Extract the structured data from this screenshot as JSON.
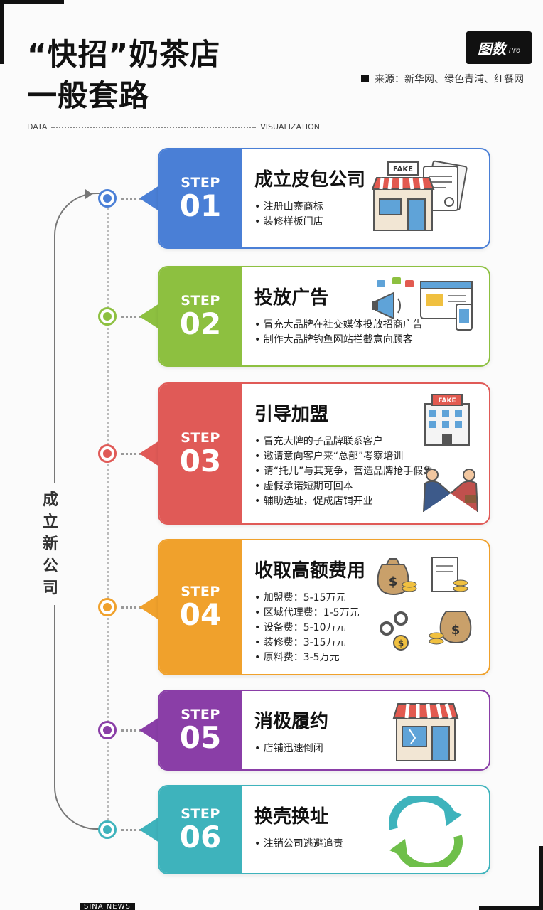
{
  "title": {
    "line1": "“快招”奶茶店",
    "line2": "一般套路"
  },
  "logo": {
    "main": "图数",
    "pro": "Pro"
  },
  "source": "来源：新华网、绿色青浦、红餐网",
  "dataline": {
    "left": "DATA",
    "right": "VISUALIZATION"
  },
  "side_label": "成立新公司",
  "steps": [
    {
      "step_word": "STEP",
      "num": "01",
      "title": "成立皮包公司",
      "color": "#4a7fd6",
      "bullets": [
        "注册山寨商标",
        "装修样板门店"
      ],
      "icon": "fake-storefront-and-certificate-icon",
      "icon_text": "FAKE"
    },
    {
      "step_word": "STEP",
      "num": "02",
      "title": "投放广告",
      "color": "#8dc040",
      "bullets": [
        "冒充大品牌在社交媒体投放招商广告",
        "制作大品牌钓鱼网站拦截意向顾客"
      ],
      "icon": "megaphone-and-website-icon"
    },
    {
      "step_word": "STEP",
      "num": "03",
      "title": "引导加盟",
      "color": "#e05a57",
      "bullets": [
        "冒充大牌的子品牌联系客户",
        "邀请意向客户来“总部”考察培训",
        "请“托儿”与其竞争，营造品牌抢手假象",
        "虚假承诺短期可回本",
        "辅助选址，促成店铺开业"
      ],
      "icon": "fake-building-and-handshake-icon",
      "icon_text": "FAKE"
    },
    {
      "step_word": "STEP",
      "num": "04",
      "title": "收取高额费用",
      "color": "#f0a12c",
      "bullets": [
        "加盟费：5-15万元",
        "区域代理费：1-5万元",
        "设备费：5-10万元",
        "装修费：3-15万元",
        "原料费：3-5万元"
      ],
      "more": "……",
      "icon": "money-bags-and-coins-icon"
    },
    {
      "step_word": "STEP",
      "num": "05",
      "title": "消极履约",
      "color": "#8a3ea7",
      "bullets": [
        "店铺迅速倒闭"
      ],
      "icon": "closed-shop-icon"
    },
    {
      "step_word": "STEP",
      "num": "06",
      "title": "换壳换址",
      "color": "#3eb3bc",
      "bullets": [
        "注销公司逃避追责"
      ],
      "icon": "refresh-arrows-icon"
    }
  ],
  "footer": "SINA NEWS"
}
